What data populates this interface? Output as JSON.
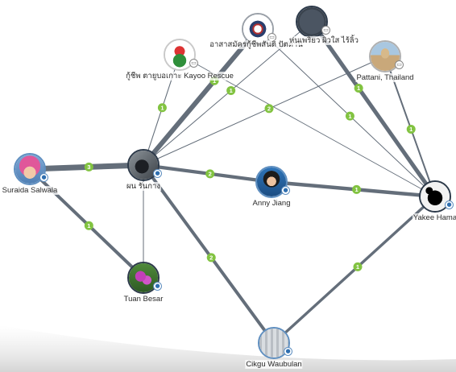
{
  "nodes": [
    {
      "id": "suraida",
      "label": "Suraida Salwala",
      "badge": "person",
      "photo": "woman-hijab"
    },
    {
      "id": "phon",
      "label": "ผน รันกาง",
      "badge": "person",
      "photo": "rider"
    },
    {
      "id": "tuan",
      "label": "Tuan Besar",
      "badge": "person",
      "photo": "flower"
    },
    {
      "id": "anny",
      "label": "Anny Jiang",
      "badge": "person",
      "photo": "woman-blue"
    },
    {
      "id": "yakee",
      "label": "Yakee Hama",
      "badge": "person",
      "photo": "silhouette"
    },
    {
      "id": "cikgu",
      "label": "Cikgu Waubulan",
      "badge": "person",
      "photo": "building-sketch"
    },
    {
      "id": "kayoo",
      "label": "กู้ชีพ ตายูบอเกาะ Kayoo Rescue",
      "badge": "page",
      "photo": "rescue-logo"
    },
    {
      "id": "volunteer",
      "label": "อาสาสมัครกู้ชีพสันติ ปัตตานี",
      "badge": "page",
      "photo": "emblem"
    },
    {
      "id": "hunprae",
      "label": "ห่นเพริยว ผิวใส ไร้ลิ้ว",
      "badge": "page",
      "photo": "blank-dark"
    },
    {
      "id": "pattani",
      "label": "Pattani, Thailand",
      "badge": "page",
      "photo": "mosque"
    }
  ],
  "edges": [
    {
      "from": "suraida",
      "to": "phon",
      "weight": "3"
    },
    {
      "from": "suraida",
      "to": "tuan",
      "weight": "1"
    },
    {
      "from": "phon",
      "to": "tuan",
      "weight": ""
    },
    {
      "from": "phon",
      "to": "anny",
      "weight": "2"
    },
    {
      "from": "phon",
      "to": "cikgu",
      "weight": "2"
    },
    {
      "from": "phon",
      "to": "kayoo",
      "weight": "1"
    },
    {
      "from": "phon",
      "to": "volunteer",
      "weight": "1"
    },
    {
      "from": "phon",
      "to": "hunprae",
      "weight": "1"
    },
    {
      "from": "phon",
      "to": "pattani",
      "weight": "2"
    },
    {
      "from": "anny",
      "to": "yakee",
      "weight": "1"
    },
    {
      "from": "cikgu",
      "to": "yakee",
      "weight": "1"
    },
    {
      "from": "volunteer",
      "to": "yakee",
      "weight": "1"
    },
    {
      "from": "hunprae",
      "to": "yakee",
      "weight": "1"
    },
    {
      "from": "pattani",
      "to": "yakee",
      "weight": "1"
    },
    {
      "from": "kayoo",
      "to": "yakee",
      "weight": ""
    }
  ],
  "colors": {
    "edge": "#646e7a",
    "weight_badge": "#82c341",
    "weight_text": "#ffffff",
    "node_ring": "#5f8fc0",
    "badge_icon": "#2f6fb0"
  }
}
